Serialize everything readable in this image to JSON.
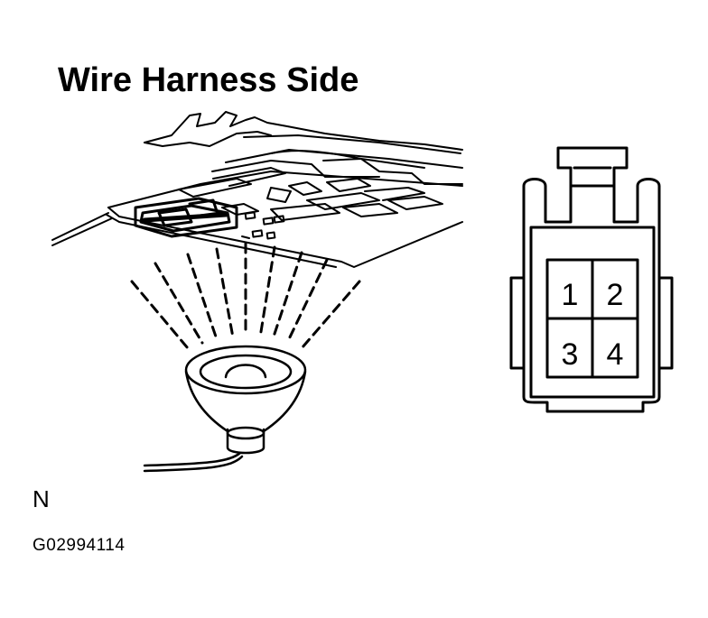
{
  "title": "Wire Harness Side",
  "view_label": "N",
  "figure_code": "G02994114",
  "connector": {
    "pins": [
      "1",
      "2",
      "3",
      "4"
    ]
  }
}
